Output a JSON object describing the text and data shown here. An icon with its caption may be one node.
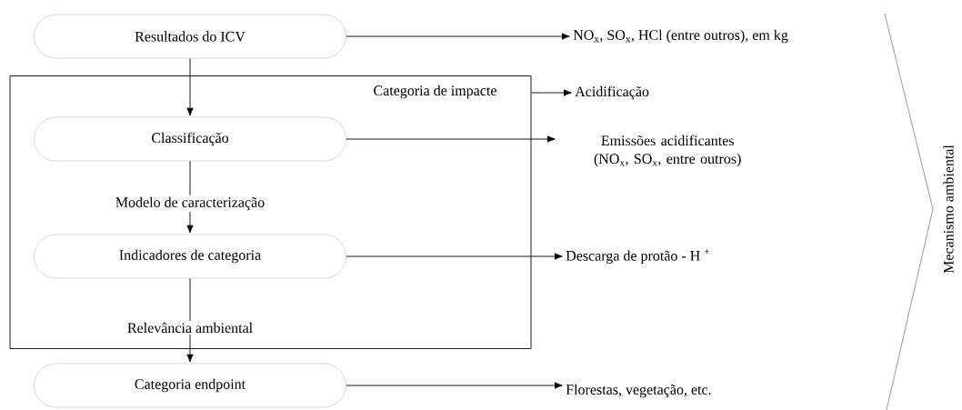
{
  "diagram": {
    "nodes": [
      {
        "text": [
          "Resultados do ICV"
        ]
      },
      {
        "text": [
          "NO$_{x}$, SO$_{x}$, HCl (entre outros), em kg"
        ]
      },
      {
        "text": [
          "Categoria de impacte"
        ]
      },
      {
        "text": [
          "Acidificação"
        ]
      },
      {
        "text": [
          "Classificação"
        ],
        "in": 2
      },
      {
        "text": [
          "Emissões acidificantes (NO$_{x}$, SO$_{x}$, entre outros)"
        ]
      },
      {
        "text": [
          "Indicadores de categoria"
        ],
        "in": 2
      },
      {
        "text": [
          "Descarga de protão - H $^{+}$"
        ]
      },
      {
        "text": [
          "Categoria endpoint"
        ]
      },
      {
        "text": [
          "Florestas, vegetação, etc."
        ]
      }
    ],
    "edges": [
      {
        "from": 0,
        "to": 1,
        "arrow": "to"
      },
      {
        "from": 0,
        "to": 4,
        "arrow": "to"
      },
      {
        "from": 2,
        "to": 3,
        "arrow": "to"
      },
      {
        "from": 4,
        "to": 5,
        "arrow": "to"
      },
      {
        "from": 4,
        "to": 6,
        "arrow": "to",
        "label": "Modelo de caracterização"
      },
      {
        "from": 6,
        "to": 7,
        "arrow": "to"
      },
      {
        "from": 6,
        "to": 8,
        "arrow": "to",
        "label": "Relevância ambiental"
      },
      {
        "from": 8,
        "to": 9,
        "arrow": "to"
      }
    ],
    "labels": [
      "Mecanismo ambiental"
    ]
  }
}
